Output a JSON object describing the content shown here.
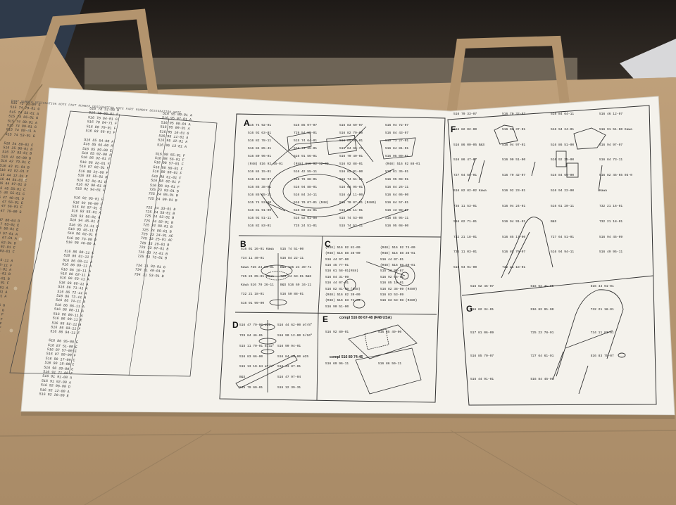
{
  "photo": {
    "colors": {
      "wall": "#2b2622",
      "wood": "#6e6456",
      "bag": "#b59a78",
      "bag_dark": "#9a8060",
      "paper": "#f4f2ec",
      "ink": "#2a2a2a"
    }
  },
  "parts_list": {
    "header": "PART NUMBER  DESIGNATION  NOTE    PART NUMBER  DESIGNATION  NOTE    PART NUMBER  DESIGNATION  NOTE",
    "col1": [
      "515 73 71-00 G",
      "515 74 79-01 G",
      "515 74 55-01 A",
      "515 74 85-01 G",
      "515 74 88-01 A",
      "515 74 89-01 G",
      "515 74 88-01 A",
      "515 74 53-01 G",
      "",
      "516 24 89-01 C",
      "516 25 96-01 B",
      "516 37 83-01 B",
      "516 42 56-00 B",
      "516 42 79-01 C",
      "516 43 81-01 B",
      "516 43 82-01 F",
      "516 44 12-01 F",
      "516 44 84-01 C",
      "516 44 97-01 D",
      "516 45 55-01 C",
      "516 46 55-01 C",
      "516 47 48-01 D",
      "516 47 56-01 E",
      "516 47 66-01 F",
      "516 47 79-00 G",
      "",
      "516 47 80-04 D",
      "516 47 93-01 E",
      "516 48 56-01 E",
      "516 48 57-01 A",
      "516 48 67-01 A",
      "516 49 62-01 D",
      "516 49 92-01 C",
      "516 49 93-01 C",
      "",
      "516 60 95-11 A",
      "516 61 20-11 F",
      "516 61 91-01 A",
      "516 61 94-01 B",
      "516 61 95-01 B",
      "516 62 71-01 F",
      "516 62 81-01 A",
      "516 62 82-01 A",
      "516 62 94-01 A",
      "",
      "516 62 45-05 G",
      "516 62 46-07 G",
      "516 62 71-01 F",
      "516 64 73-01 F",
      "516 64 73-11 F",
      "516 68 07-01 F",
      "516 68 12-00 F",
      "516 69 17-00 A",
      "516 69 96-11 E",
      "516 70 24-01 B",
      "516 70 07-01 A",
      "",
      "516 75 63-07 F",
      "516 75 76-11 F",
      "516 75 40-01 E",
      "516 76 42-07 F",
      "516 76 45-07 F",
      "516 78 07-01 A",
      "516 72 26-03 B",
      "516 75 81-06 J",
      "516 78 50-05 J"
    ],
    "col2": [
      "516 78 51-00 G",
      "516 78 66-01 F",
      "516 78 84-01 G",
      "516 78 84-71 F",
      "516 80 79-01 F",
      "516 83 66-01 F",
      "",
      "516 85 54-00 A",
      "516 85 66-00 A",
      "516 85 89-00 E",
      "516 85 92-00 A",
      "516 86 32-01 F",
      "516 86 32-01 F",
      "516 87 02-01 F",
      "516 88 22-00 F",
      "516 88 55-01 D",
      "516 92 81-01 D",
      "516 92 90-01 B",
      "516 92 94-01 F",
      "",
      "516 92 95-01 F",
      "516 92 96-00 C",
      "516 92 97-01 C",
      "516 93 55-01 A",
      "516 93 56-01 A",
      "516 94 45-01 F",
      "516 95 24-11 D",
      "516 95 45-11 F",
      "516 96 02-01 F",
      "516 96 73-00 D",
      "516 98 46-00 A",
      "",
      "516 86 00-11 C",
      "516 86 01-11 C",
      "516 86 08-11 A",
      "516 86 09-11 A",
      "516 86 10-11 A",
      "516 86 62-11 A",
      "516 86 63-11 A",
      "516 86 66-11 A",
      "516 86 71-11 A",
      "516 86 72-11 A",
      "516 86 73-11 A",
      "516 86 74-11 A",
      "516 86 86-11 A",
      "516 86 88-11 A",
      "516 86 89-11 A",
      "516 86 90-11 E",
      "516 86 92-11 B",
      "516 86 93-11 F",
      "516 86 94-11 F",
      "",
      "516 86 95-00 E",
      "516 87 51-00 E",
      "516 87 57-00 E",
      "516 87 99-00 F",
      "516 90 17-00 C",
      "516 90 18-00 C",
      "516 90 20-00 C",
      "516 91 71-00 F",
      "516 91 91-00 A",
      "516 91 92-00 A",
      "516 92 08-00 D",
      "516 92 12-00 A",
      "516 92 20-00 E"
    ],
    "col3": [
      "516 95 00-01 A",
      "516 95 07-01 A",
      "516 95 08-01 A",
      "516 95 09-01 A",
      "516 95 10-01 G",
      "516 95 11-01 A",
      "516 95 12-01 A",
      "516 95 13-01 A",
      "",
      "516 98 55-01 F",
      "516 98 56-01 F",
      "516 98 57-01 F",
      "516 98 58-01 F",
      "516 98 60-01 F",
      "516 98 61-01 F",
      "516 98 62-01 F",
      "516 98 63-01 F",
      "725 23 93-01 B",
      "725 24 05-01 B",
      "725 24 09-01 B",
      "",
      "725 24 33-01 B",
      "725 24 58-01 B",
      "725 24 63-01 B",
      "725 24 82-01 B",
      "725 24 88-01 B",
      "725 24 89-01 B",
      "725 33 24-01 AC",
      "725 33 25-01 AC",
      "725 33 29-01 B",
      "725 33 67-01 B",
      "725 53 72-01 B",
      "725 53 73-01 B",
      "",
      "734 11 03-01 G",
      "734 11 40-01 B",
      "734 11 53-01 B"
    ]
  },
  "panels": {
    "A": {
      "letter": "A",
      "callouts": [
        "515 74 92-01",
        "516 85 07-07",
        "516 83 69-07",
        "516 94 72-07",
        "516 92 63-01",
        "729 54 13-01",
        "516 82 79-00",
        "516 84 43-07",
        "516 82 78-11",
        "515 74 64-01",
        "516 85 57-01",
        "515 73 27-01",
        "516 84 85-41",
        "516 73 35-01",
        "515 64 66-71",
        "516 84 81-01",
        "516 80 96-01",
        "516 91 56-01",
        "516 70 40-01",
        "516 95 00-01",
        "(R48) 516 92 45-01",
        "(R48) 516 92 12-00",
        "516 92 88-01",
        "(R48) 516 92 88-01",
        "516 84 15-01",
        "516 42 55-11",
        "516 82 01-00",
        "516 81 35-01",
        "516 43 98-07",
        "516 76 88-01",
        "516 74 51-01",
        "516 95 08-01",
        "516 85 38-01",
        "516 94 88-01",
        "516 94 95-01",
        "516 84 26-11",
        "516 85 65-11",
        "516 84 34-11",
        "516 44 11-00",
        "516 64 06-00",
        "515 74 53-00",
        "516 70 07-01 (R48)",
        "516 70 07-01 (R480)",
        "516 84 57-01",
        "516 81 91-00",
        "516 69 31-01",
        "516 95 11-01",
        "516 43 98-07",
        "516 92 51-11",
        "516 92 61-00",
        "515 74 53-00",
        "516 85 95-11",
        "516 82 83-01",
        "725 24 51-01",
        "515 74 53-11",
        "516 95 08-00"
      ]
    },
    "B": {
      "letter": "B",
      "callouts": [
        "516 01 26-01 Kawa",
        "515 74 51-00",
        "734 11 40-01",
        "516 84 22-11",
        "Kawa 725 24 59-01",
        "B&S 725 24 39-71",
        "725 24 05-01 Kawa",
        "725 24 63-01 B&S",
        "Kawa 516 70 26-11",
        "B&S 516 69 34-11",
        "732 21 18-01",
        "516 50 88-01",
        "516 91 99-00"
      ]
    },
    "C": {
      "letter": "C",
      "callouts": [
        "(R48) 516 92 81-09",
        "(R48) 516 92 74-00",
        "(R48) 516 88 36-00",
        "(R48) 516 88 36-01",
        "516 44 97-00",
        "516 44 07-01",
        "516 45 77-01",
        "(R48) 516 98 50-01",
        "516 61 58-01(R48)",
        "515 13 98-87",
        "516 84 31-09",
        "516 92 65-01",
        "516 44 07-01",
        "516 85 10-01",
        "516 82 81-09 (R48)",
        "516 82 38-09 (R480)",
        "(R48) 516 82 39-09",
        "516 83 53-09",
        "(R48) 516 83 74-09",
        "516 83 53-08 (R480)",
        "516 90 51-00"
      ]
    },
    "D": {
      "letter": "D",
      "callouts": [
        "516 47 79-00 ø25",
        "516 44 62-00 ø7/8\"",
        "729 84 46-01",
        "516 90 12-00 5/16\"",
        "515 11 70-01 5/32\"",
        "516 90 94-01",
        "516 83 66-00",
        "516 84 20-00 ø25",
        "515 13 10-64 ø7/8\"",
        "516 43 87-01",
        "B&S",
        "516 47 97-04",
        "515 79 60-01",
        "515 12 39-31"
      ]
    },
    "E": {
      "letter": "E",
      "title1": "compl 516 80 67-48 (R48 USA)",
      "title2": "compl 516 80 74-46",
      "callouts": [
        "516 92 80-01",
        "516 85 49-00",
        "516 69 96-11",
        "516 86 50-11"
      ]
    },
    "F": {
      "letter": "F",
      "callouts": [
        "516 70 33-07",
        "516 70 32-07",
        "516 84 64-11",
        "516 46 12-07",
        "516 82 02-00",
        "516 90 37-01",
        "516 94 24-01",
        "516 91 51-00 Kawa",
        "516 86 00-05 B&S",
        "516 94 97-01",
        "516 86 51-00",
        "516 94 97-07",
        "516 86 47-07",
        "516 90 51-00",
        "516 92 25-00",
        "516 84 73-11",
        "727 64 58-01",
        "516 70 42-07",
        "516 84 60-00",
        "516 82 45-65 03-0",
        "516 82 82-02 Kawa",
        "516 92 23-01",
        "516 94 22-00",
        "Kawa",
        "735 11 53-01",
        "516 94 24-01",
        "516 61 20-11",
        "732 21 16-01",
        "516 62 71-01",
        "516 94 91-01",
        "B&S",
        "732 21 18-01",
        "732 21 18-01",
        "516 85 17-00",
        "727 64 51-01",
        "516 94 45-09",
        "734 11 03-01",
        "516 85 70-07",
        "516 94 94-11",
        "516 49 95-11",
        "516 94 91-00",
        "732 21 18-01"
      ]
    },
    "G": {
      "letter": "G",
      "callouts": [
        "516 62 45-07",
        "516 62 41-05",
        "516 44 91-01",
        "516 62 34-01",
        "516 82 91-00",
        "732 21 18-01",
        "517 81 06-09",
        "725 23 78-01",
        "734 11 83-01",
        "516 85 70-07",
        "727 64 61-01",
        "516 83 75-07",
        "516 44 91-01",
        "516 84 45-09"
      ]
    }
  }
}
